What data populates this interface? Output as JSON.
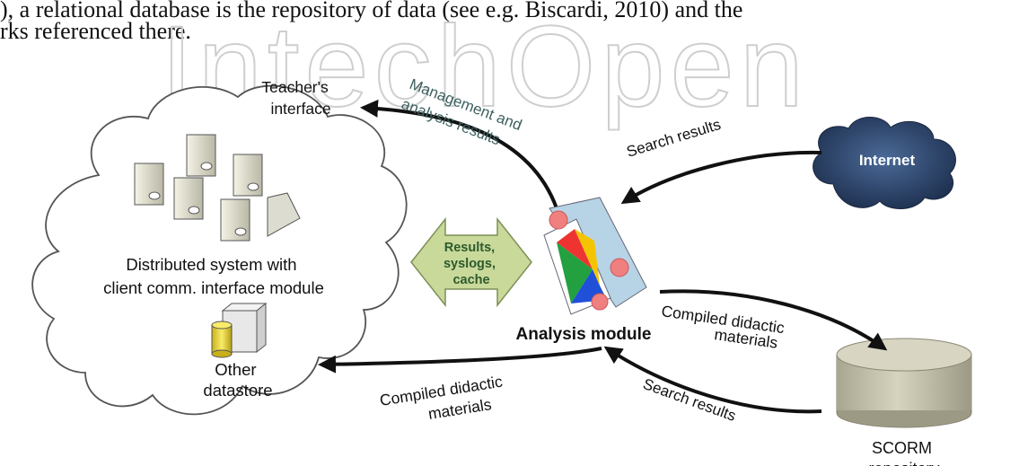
{
  "page_text": {
    "line1": "), a relational database is the repository of data (see e.g. Biscardi, 2010) and the",
    "line2": "rks referenced there."
  },
  "watermark": "IntechOpen",
  "nodes": {
    "teacher_interface": [
      "Teacher's",
      "interface"
    ],
    "distributed_system": [
      "Distributed system with",
      "client comm. interface module"
    ],
    "other_datastore": [
      "Other",
      "datastore"
    ],
    "analysis_module": "Analysis module",
    "internet": "Internet",
    "scorm_repository": [
      "SCORM",
      "repository"
    ],
    "exchange": [
      "Results,",
      "syslogs,",
      "cache"
    ]
  },
  "edges": {
    "management_results": [
      "Management and",
      "analysis results"
    ],
    "search_results_internet": "Search results",
    "compiled_to_scorm": [
      "Compiled didactic",
      "materials"
    ],
    "compiled_to_datastore": [
      "Compiled didactic",
      "materials"
    ],
    "search_results_scorm": "Search results"
  },
  "colors": {
    "arrow": "#111111",
    "edge_label_teal": "#3d5f5f",
    "internet_cloud": "#2a4266",
    "exchange_fill": "#c9d99a",
    "exchange_text": "#2d5a2d",
    "scorm_fill": "#c6c3ae",
    "watermark": "#c8c8c8"
  }
}
